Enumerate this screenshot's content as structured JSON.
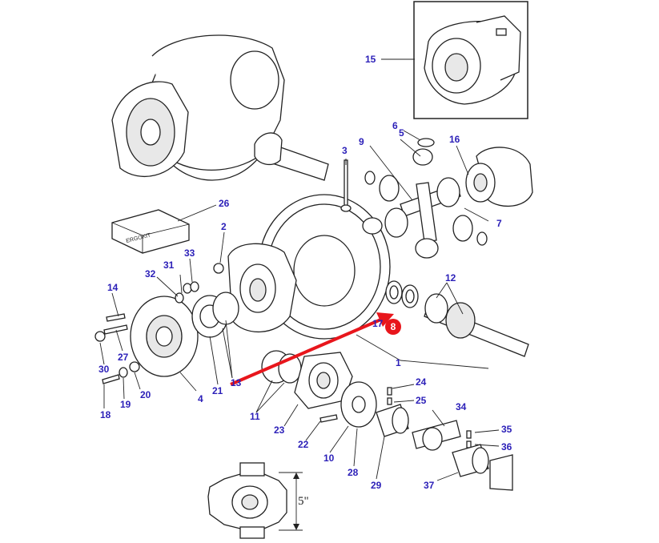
{
  "colors": {
    "label": "#2b1fb8",
    "highlight": "#e8161c",
    "line": "#222222"
  },
  "callouts": [
    {
      "id": "c15",
      "text": "15"
    },
    {
      "id": "c6",
      "text": "6"
    },
    {
      "id": "c9",
      "text": "9"
    },
    {
      "id": "c5",
      "text": "5"
    },
    {
      "id": "c16",
      "text": "16"
    },
    {
      "id": "c3",
      "text": "3"
    },
    {
      "id": "c26",
      "text": "26"
    },
    {
      "id": "c2",
      "text": "2"
    },
    {
      "id": "c7",
      "text": "7"
    },
    {
      "id": "c31",
      "text": "31"
    },
    {
      "id": "c33",
      "text": "33"
    },
    {
      "id": "c32",
      "text": "32"
    },
    {
      "id": "c12",
      "text": "12"
    },
    {
      "id": "c14",
      "text": "14"
    },
    {
      "id": "c17",
      "text": "17"
    },
    {
      "id": "c27",
      "text": "27"
    },
    {
      "id": "c30",
      "text": "30"
    },
    {
      "id": "c1",
      "text": "1"
    },
    {
      "id": "c21",
      "text": "21"
    },
    {
      "id": "c13",
      "text": "13"
    },
    {
      "id": "c4",
      "text": "4"
    },
    {
      "id": "c20",
      "text": "20"
    },
    {
      "id": "c19",
      "text": "19"
    },
    {
      "id": "c18",
      "text": "18"
    },
    {
      "id": "c24",
      "text": "24"
    },
    {
      "id": "c25",
      "text": "25"
    },
    {
      "id": "c11",
      "text": "11"
    },
    {
      "id": "c34",
      "text": "34"
    },
    {
      "id": "c23",
      "text": "23"
    },
    {
      "id": "c22",
      "text": "22"
    },
    {
      "id": "c35",
      "text": "35"
    },
    {
      "id": "c36",
      "text": "36"
    },
    {
      "id": "c10",
      "text": "10"
    },
    {
      "id": "c28",
      "text": "28"
    },
    {
      "id": "c29",
      "text": "29"
    },
    {
      "id": "c37",
      "text": "37"
    }
  ],
  "highlight_badge": "8",
  "kit_box_text": "ERGOKIT",
  "dimension_label": "5\""
}
